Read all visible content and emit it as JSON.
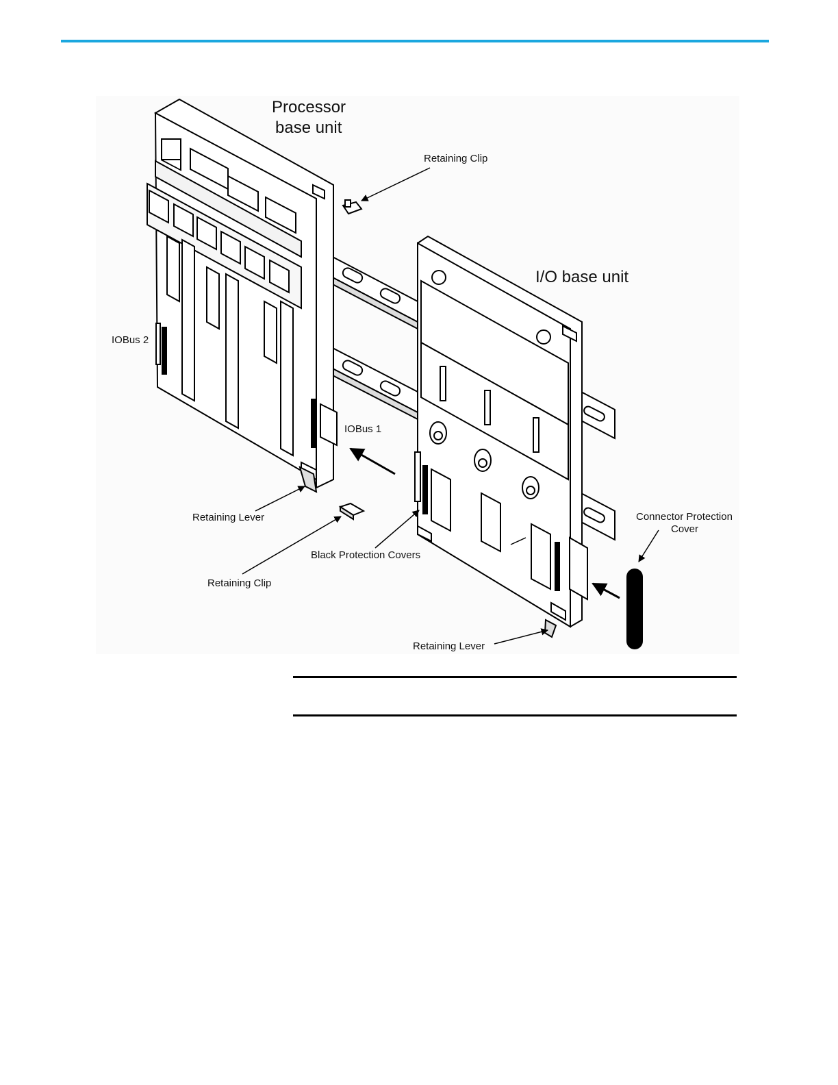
{
  "header": {
    "accent_color": "#1ba7df"
  },
  "figure": {
    "labels": {
      "processor_line1": "Processor",
      "processor_line2": "base unit",
      "io_base_unit": "I/O base unit",
      "retaining_clip_top": "Retaining Clip",
      "retaining_clip_bottom": "Retaining Clip",
      "iobus2": "IOBus 2",
      "iobus1": "IOBus 1",
      "retaining_lever_left": "Retaining Lever",
      "retaining_lever_right": "Retaining Lever",
      "black_protection_covers": "Black Protection Covers",
      "connector_protection_line1": "Connector Protection",
      "connector_protection_line2": "Cover"
    }
  }
}
